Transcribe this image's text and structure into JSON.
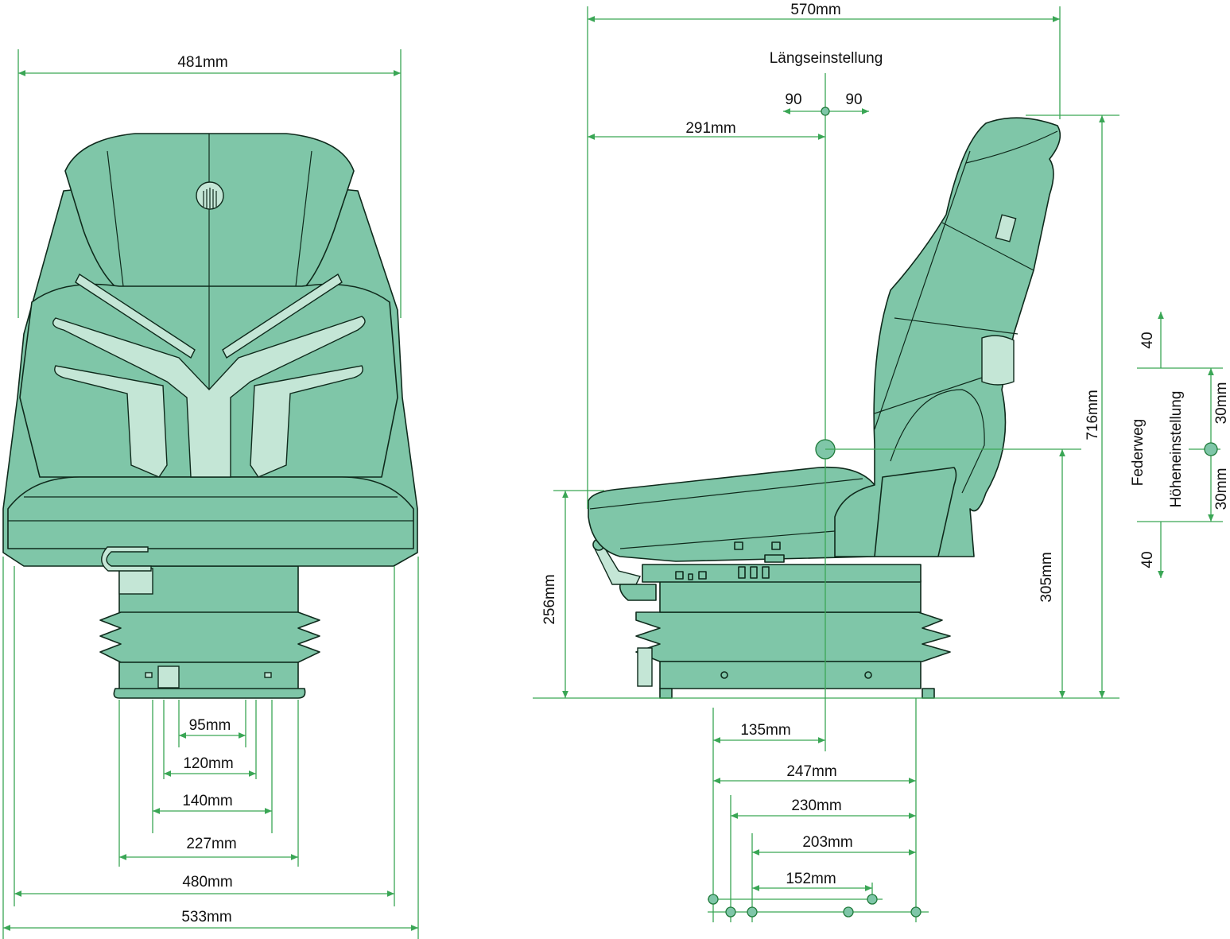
{
  "front_view": {
    "top_width": "481mm",
    "dims_bottom": [
      "95mm",
      "120mm",
      "140mm",
      "227mm",
      "480mm",
      "533mm"
    ]
  },
  "side_view": {
    "overall_depth": "570mm",
    "fore_aft_label": "Längseinstellung",
    "fore_aft_back": "90",
    "fore_aft_forward": "90",
    "depth_to_sip": "291mm",
    "overall_height": "716mm",
    "sip_height": "305mm",
    "cushion_height": "256mm",
    "dims_bottom": [
      "135mm",
      "247mm",
      "230mm",
      "203mm",
      "152mm"
    ]
  },
  "suspension": {
    "travel_label": "Federweg",
    "travel_up": "40",
    "travel_down": "40",
    "height_adjust_label": "Höheneinstellung",
    "height_up": "30mm",
    "height_down": "30mm"
  },
  "colors": {
    "fill": "#7fc6a8",
    "light": "#c4e6d6",
    "dimension": "#3aa655",
    "outline": "#0f2a1c"
  }
}
